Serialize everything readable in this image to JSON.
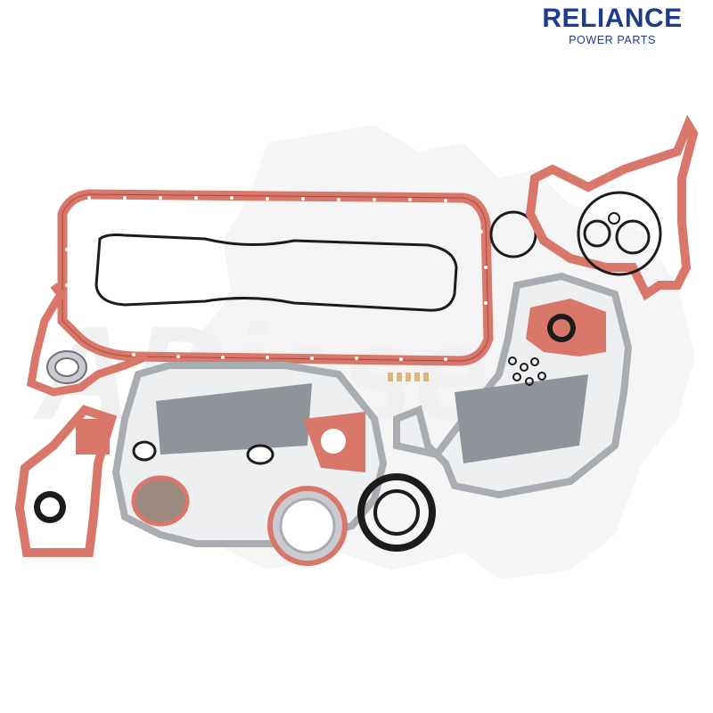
{
  "brand": {
    "name": "RELIANCE",
    "tagline": "POWER PARTS",
    "name_color": "#1f3c8c",
    "tagline_color": "#1f3c8c"
  },
  "watermark": {
    "text": "ADiesel",
    "color": "#e9e9e9"
  },
  "colors": {
    "fiber_gasket": "#d9786a",
    "fiber_edge": "#a84a3e",
    "steel_gasket": "#a9acb1",
    "steel_edge": "#6e7278",
    "rubber_ring": "#1c1c1c",
    "bolt_hole": "#ffffff"
  }
}
